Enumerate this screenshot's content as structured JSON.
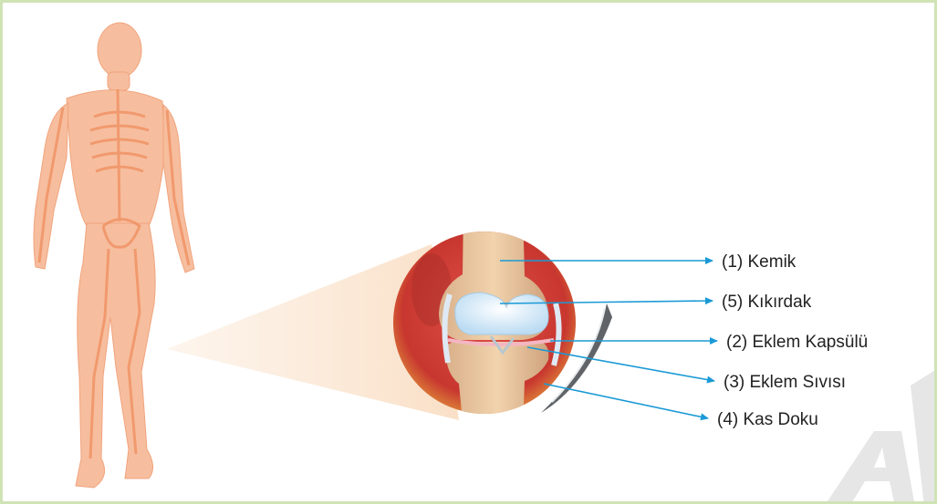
{
  "labels": {
    "kemik": "(1) Kemik",
    "kikirdak": "(5) Kıkırdak",
    "kapsul": "(2) Eklem Kapsülü",
    "sivi": "(3) Eklem Sıvısı",
    "kas": "(4) Kas Doku"
  },
  "colors": {
    "frame_border": "#cfe3b5",
    "body": "#f6b894",
    "bone": "#f3a37c",
    "arrow": "#1a9ad6",
    "cartilage": "#cfe6f7",
    "muscle": "#c9413d",
    "bone_shaft": "#e9c7a0"
  }
}
